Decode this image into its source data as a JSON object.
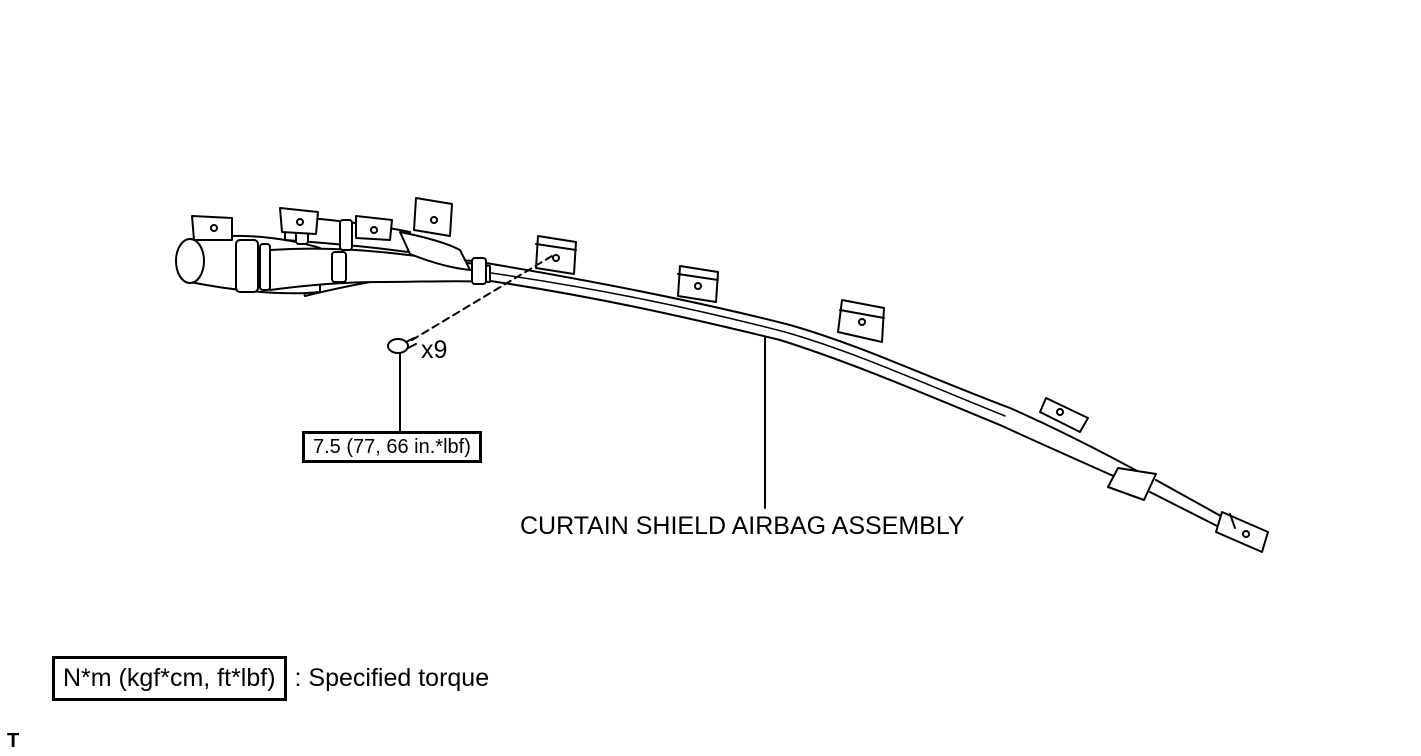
{
  "part_label": "CURTAIN SHIELD AIRBAG ASSEMBLY",
  "fastener_quantity": "x9",
  "torque_spec": "7.5 (77, 66 in.*lbf)",
  "legend": {
    "unit_box": "N*m (kgf*cm, ft*lbf)",
    "description": ": Specified torque"
  },
  "corner_mark": "T"
}
